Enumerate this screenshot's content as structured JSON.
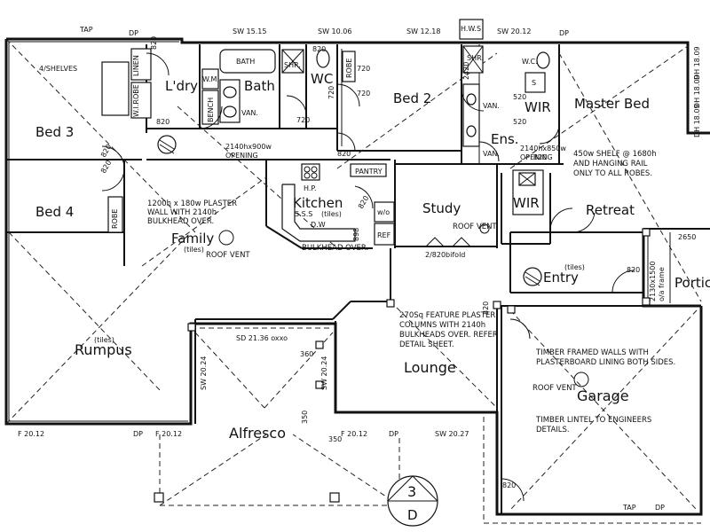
{
  "rooms": {
    "laundry": "L'dry",
    "bath": "Bath",
    "wc": "WC",
    "bed2": "Bed 2",
    "master_bed": "Master Bed",
    "bed3": "Bed 3",
    "bed4": "Bed 4",
    "kitchen": "Kitchen",
    "study": "Study",
    "wir_master": "WIR",
    "wir_retreat": "WIR",
    "ensuite": "Ens.",
    "retreat": "Retreat",
    "family": "Family",
    "family_tiles": "(tiles)",
    "kitchen_tiles": "(tiles)",
    "rumpus": "Rumpus",
    "rumpus_tiles": "(tiles)",
    "lounge": "Lounge",
    "entry": "Entry",
    "entry_tiles": "(tiles)",
    "garage": "Garage",
    "alfresco": "Alfresco",
    "portico": "Portico"
  },
  "fixtures": {
    "linen": "LINEN",
    "wi_robe": "W.I.ROBE",
    "shelves": "4/SHELVES",
    "bath": "BATH",
    "shr": "SHR.",
    "shr2": "SHR.",
    "wm": "W.M.",
    "bench": "BENCH",
    "van": "VAN.",
    "van2": "VAN.",
    "van3": "VAN.",
    "robe": "ROBE",
    "robe2": "ROBE",
    "wc": "W.C.",
    "pantry": "PANTRY",
    "hp": "H.P.",
    "sss": "S.S.S",
    "dw": "D.W",
    "wo": "w/o",
    "ref": "REF",
    "hws": "H.W.S",
    "s": "S"
  },
  "top_labels": {
    "tap": "TAP",
    "dp1": "DP",
    "sw1": "SW 15.15",
    "sw2": "SW 10.06",
    "sw3": "SW 12.18",
    "sw4": "SW 20.12",
    "dp2": "DP",
    "dh1": "DH 18.09",
    "dh2": "DH 18.09",
    "dh3": "DH 18.09"
  },
  "bottom_labels": {
    "f1": "F 20.12",
    "f2": "F 20.12",
    "f3": "F 20.12",
    "dp": "DP",
    "sw": "SW 20.27",
    "dp2": "DP",
    "tap": "TAP",
    "dp3": "DP"
  },
  "dims": {
    "d820_a": "820",
    "d820_b": "820",
    "d820_c": "820",
    "d820_d": "820",
    "d820_e": "820",
    "d820_f": "820",
    "d820_g": "820",
    "d820_h": "820",
    "d820_i": "820",
    "d820_j": "820",
    "d820_k": "820",
    "d720_a": "720",
    "d720_b": "720",
    "d720_c": "720",
    "d720_d": "720",
    "d520_a": "520",
    "d520_b": "520",
    "d2420": "2420",
    "d898": "898",
    "d2650": "2650",
    "d360": "360",
    "d350_a": "350",
    "d350_b": "350",
    "sd": "SD 21.36 oxxo",
    "sw_left": "SW 20.24",
    "sw_right": "SW 20.24",
    "bifold": "2/820bifold",
    "opening_a": "2140hx900w",
    "opening_a2": "OPENING",
    "opening_b": "2140hx850w",
    "opening_b2": "OPENING",
    "portico_dim": "2130x1500",
    "portico_dim2": "o/a frame"
  },
  "notes": {
    "plaster1": "1200h x 180w PLASTER",
    "plaster2": "WALL WITH 2140h",
    "plaster3": "BULKHEAD OVER.",
    "roof_vent1": "ROOF VENT",
    "roof_vent2": "ROOF VENT",
    "roof_vent3": "ROOF VENT",
    "bulkhead": "BULKHEAD OVER.",
    "shelf1": "450w SHELF @ 1680h",
    "shelf2": "AND HANGING RAIL",
    "shelf3": "ONLY TO ALL ROBES.",
    "col1": "270Sq FEATURE PLASTER",
    "col2": "COLUMNS WITH 2140h",
    "col3": "BULKHEADS OVER. REFER",
    "col4": "DETAIL SHEET.",
    "timber1": "TIMBER FRAMED WALLS WITH",
    "timber2": "PLASTERBOARD LINING BOTH SIDES.",
    "lintel1": "TIMBER LINTEL TO ENGINEERS",
    "lintel2": "DETAILS."
  },
  "sheet": {
    "number": "3",
    "letter": "D"
  }
}
